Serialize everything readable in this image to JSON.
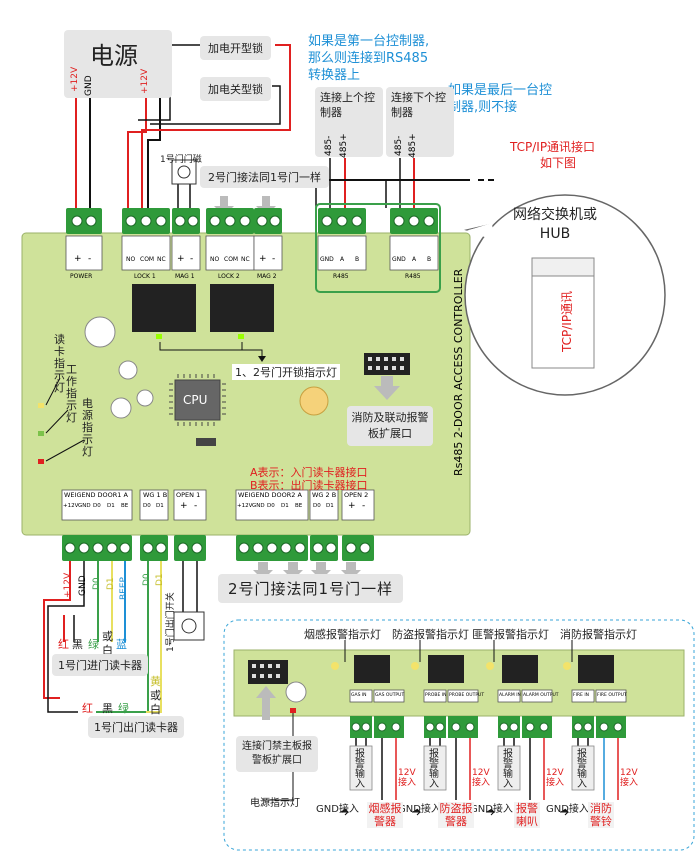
{
  "power": {
    "title": "电源",
    "p12": "+12V",
    "gnd": "GND",
    "p12b": "+12V"
  },
  "lock_power": {
    "on": "加电开型锁",
    "off": "加电关型锁"
  },
  "rs485": {
    "first_note": "如果是第一台控制器,那么则连接到RS485转换器上",
    "last_note": "如果是最后一台控制器,则不接",
    "prev": "连接上个控制器",
    "next": "连接下个控制器",
    "pins_prev": [
      "485-",
      "485+"
    ],
    "pins_next": [
      "485-",
      "485+"
    ]
  },
  "tcp": {
    "title": "TCP/IP通讯接口",
    "sub": "如下图",
    "switch": "网络交换机或HUB",
    "tag": "TCP/IP通讯"
  },
  "door1_mag": "1号门门磁",
  "door2_same": "2号门接法同1号门一样",
  "door2_same_big": "2号门接法同1号门一样",
  "board": {
    "term_power": [
      "+",
      "-"
    ],
    "power_lbl": "POWER",
    "lock1_pins": [
      "NO",
      "COM",
      "NC"
    ],
    "lock1_lbl": "LOCK 1",
    "mag1_pins": [
      "+",
      "-"
    ],
    "mag1_lbl": "MAG 1",
    "lock2_pins": [
      "NO",
      "COM",
      "NC"
    ],
    "lock2_lbl": "LOCK 2",
    "mag2_pins": [
      "+",
      "-"
    ],
    "mag2_lbl": "MAG 2",
    "r485a_pins": [
      "GND",
      "A",
      "B"
    ],
    "r485a_lbl": "R485",
    "r485b_pins": [
      "GND",
      "A",
      "B"
    ],
    "r485b_lbl": "R485",
    "cpu": "CPU",
    "vertical": "Rs485 2-DOOR ACCESS CONTROLLER",
    "relay_lights": "1、2号门开锁指示灯",
    "fire_port": "消防及联动报警板扩展口",
    "ab_a": "A表示：入门读卡器接口",
    "ab_b": "B表示：出门读卡器接口",
    "read_light": "读卡指示灯",
    "work_light": "工作指示灯",
    "power_light": "电源指示灯",
    "wg1_title": "WEIGEND DOOR1 A",
    "wg1_pins": [
      "+12V",
      "GND",
      "D0",
      "D1",
      "BE"
    ],
    "wg1b_title": "WG 1 B",
    "wg1b_pins": [
      "D0",
      "D1"
    ],
    "open1_title": "OPEN 1",
    "open1_pins": [
      "+",
      "-"
    ],
    "wg2_title": "WEIGEND DOOR2 A",
    "wg2_pins": [
      "+12V",
      "GND",
      "D0",
      "D1",
      "BE"
    ],
    "wg2b_title": "WG 2 B",
    "wg2b_pins": [
      "D0",
      "D1"
    ],
    "open2_title": "OPEN 2",
    "open2_pins": [
      "+",
      "-"
    ]
  },
  "wires": {
    "p12": "+12V",
    "gnd": "GND",
    "d0": "D0",
    "d1": "D1",
    "beep": "BEEP",
    "d0b": "D0",
    "d1b": "D1",
    "exit_btn": "1号门出门开关"
  },
  "colors_in": {
    "red": "红",
    "black": "黑",
    "green": "绿",
    "white_a": "或",
    "white_b": "白",
    "blue": "蓝"
  },
  "reader_in": "1号门进门读卡器",
  "colors_out": {
    "red": "红",
    "black": "黑",
    "green": "绿",
    "yellow": "黄",
    "white_a": "或",
    "white_b": "白"
  },
  "reader_out": "1号门出门读卡器",
  "alarm": {
    "smoke": "烟感报警指示灯",
    "theft": "防盗报警指示灯",
    "bandit": "匪警报警指示灯",
    "fire": "消防报警指示灯",
    "ext": "连接门禁主板报警板扩展口",
    "power_light": "电源指示灯",
    "term_labels": [
      "GAS IN",
      "GAS OUTPUT",
      "PROBE IN",
      "PROBE OUTPUT",
      "ALARM IN",
      "ALARM OUTPUT",
      "FIRE IN",
      "FIRE OUTPUT"
    ],
    "in_lbl": "报警输入",
    "gnd_in": "GND接入",
    "v12": "12V接入",
    "dev_smoke": "烟感报警器",
    "dev_theft": "防盗报警器",
    "dev_horn": "报警喇叭",
    "dev_bell": "消防警铃"
  }
}
